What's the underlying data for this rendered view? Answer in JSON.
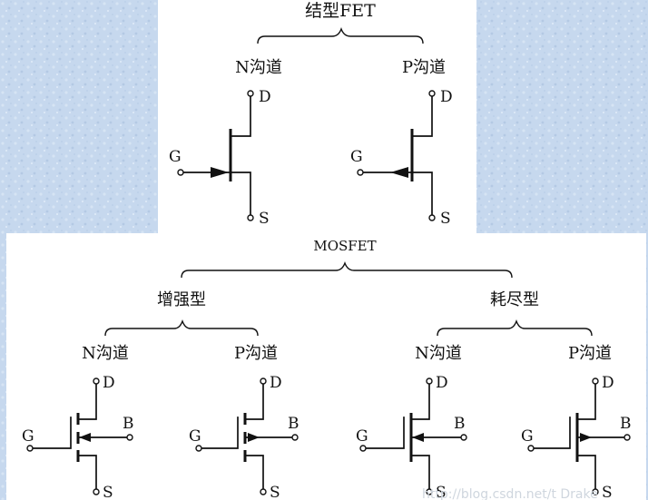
{
  "jfet": {
    "title": "结型FET",
    "n_channel": "N沟道",
    "p_channel": "P沟道",
    "terminal_d": "D",
    "terminal_s": "S",
    "terminal_g": "G"
  },
  "mosfet": {
    "title": "MOSFET",
    "enhancement": "增强型",
    "depletion": "耗尽型",
    "n_channel": "N沟道",
    "p_channel": "P沟道",
    "terminal_d": "D",
    "terminal_s": "S",
    "terminal_g": "G",
    "terminal_b": "B"
  },
  "watermark": "http://blog.csdn.net/t Drake",
  "colors": {
    "background": "#c6d8ee",
    "panel": "#ffffff",
    "ink": "#111111"
  }
}
